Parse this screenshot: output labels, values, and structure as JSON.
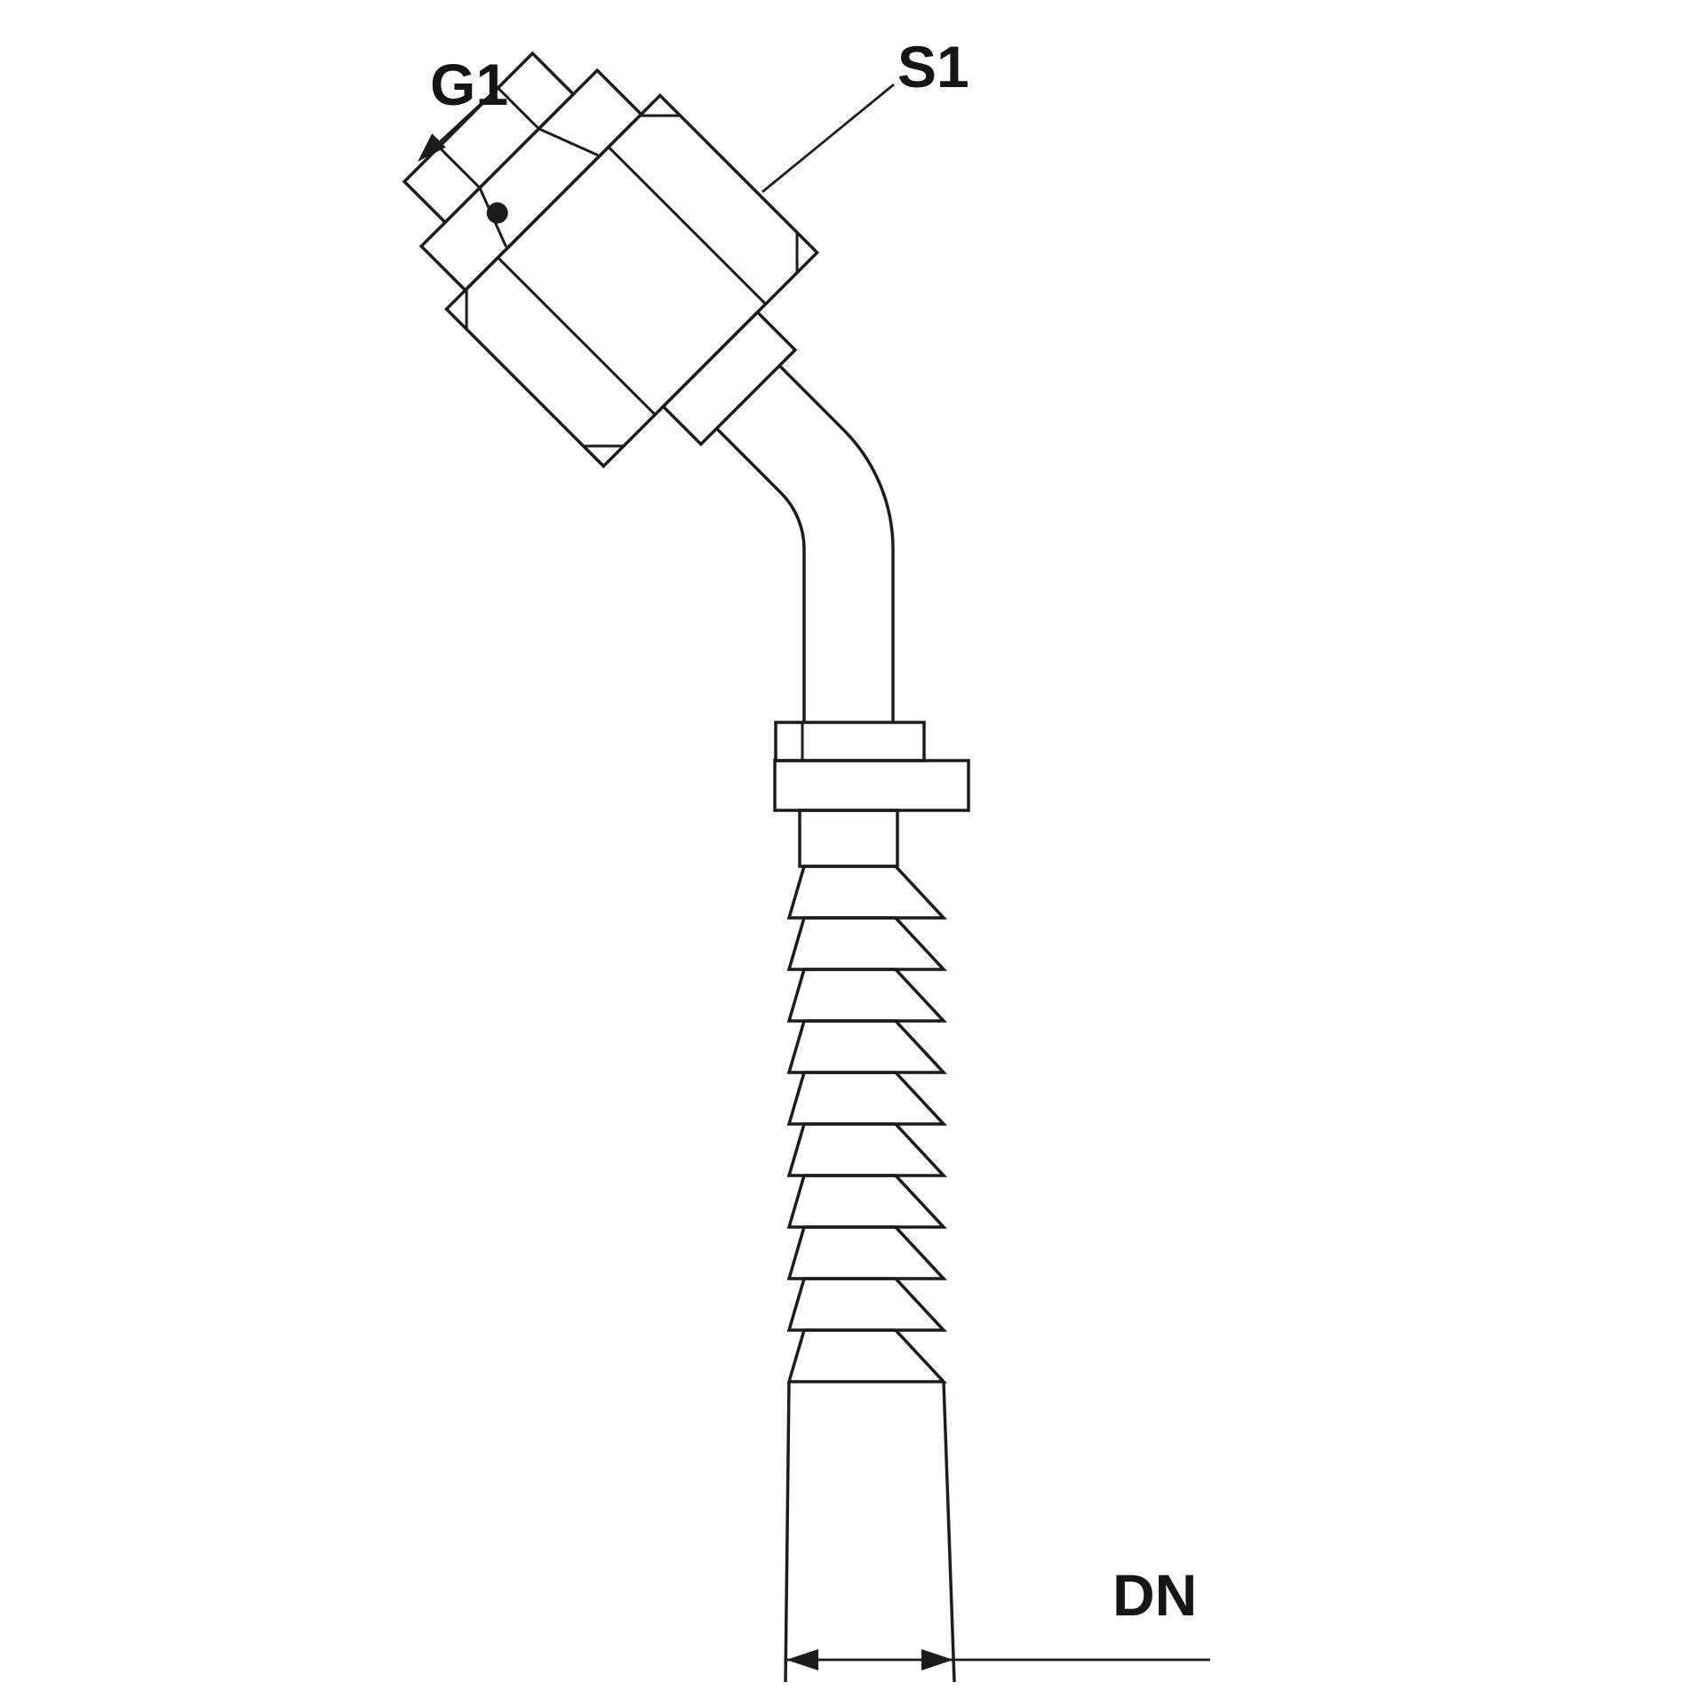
{
  "diagram": {
    "labels": {
      "g1": "G1",
      "s1": "S1",
      "dn": "DN"
    },
    "colors": {
      "line": "#1c1c1c",
      "background": "#ffffff",
      "seal_dot": "#1c1c1c"
    }
  }
}
